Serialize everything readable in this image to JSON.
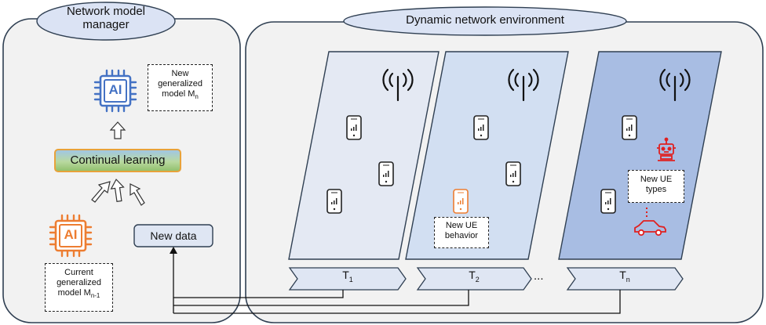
{
  "manager": {
    "title": "Network model manager",
    "new_model_lines": [
      "New",
      "generalized",
      "model M"
    ],
    "new_model_subscript": "n",
    "ai_label": "AI",
    "continual_learning": "Continual learning",
    "current_model_lines": [
      "Current",
      "generalized",
      "model M"
    ],
    "current_model_subscript": "n-1",
    "new_data": "New data"
  },
  "environment": {
    "title": "Dynamic network environment",
    "new_ue_behavior_lines": [
      "New UE",
      "behavior"
    ],
    "new_ue_types_lines": [
      "New UE",
      "types"
    ],
    "ellipsis": "...",
    "timesteps": [
      {
        "base": "T",
        "sub": "1"
      },
      {
        "base": "T",
        "sub": "2"
      },
      {
        "base": "T",
        "sub": "n"
      }
    ]
  },
  "colors": {
    "panel_fill": "#f2f2f2",
    "panel_stroke": "#2f3f52",
    "title_ellipse": "#dbe3f4",
    "slice_1": "#e4e9f3",
    "slice_2": "#d2dff2",
    "slice_n": "#a8bde3",
    "ai_blue": "#4472c4",
    "ai_orange": "#ed7d31",
    "ue_red": "#e02020",
    "arrow_fill": "#dfe6f3"
  },
  "icons": [
    "antenna-icon",
    "phone-icon",
    "robot-icon",
    "car-icon",
    "ai-chip-icon"
  ]
}
